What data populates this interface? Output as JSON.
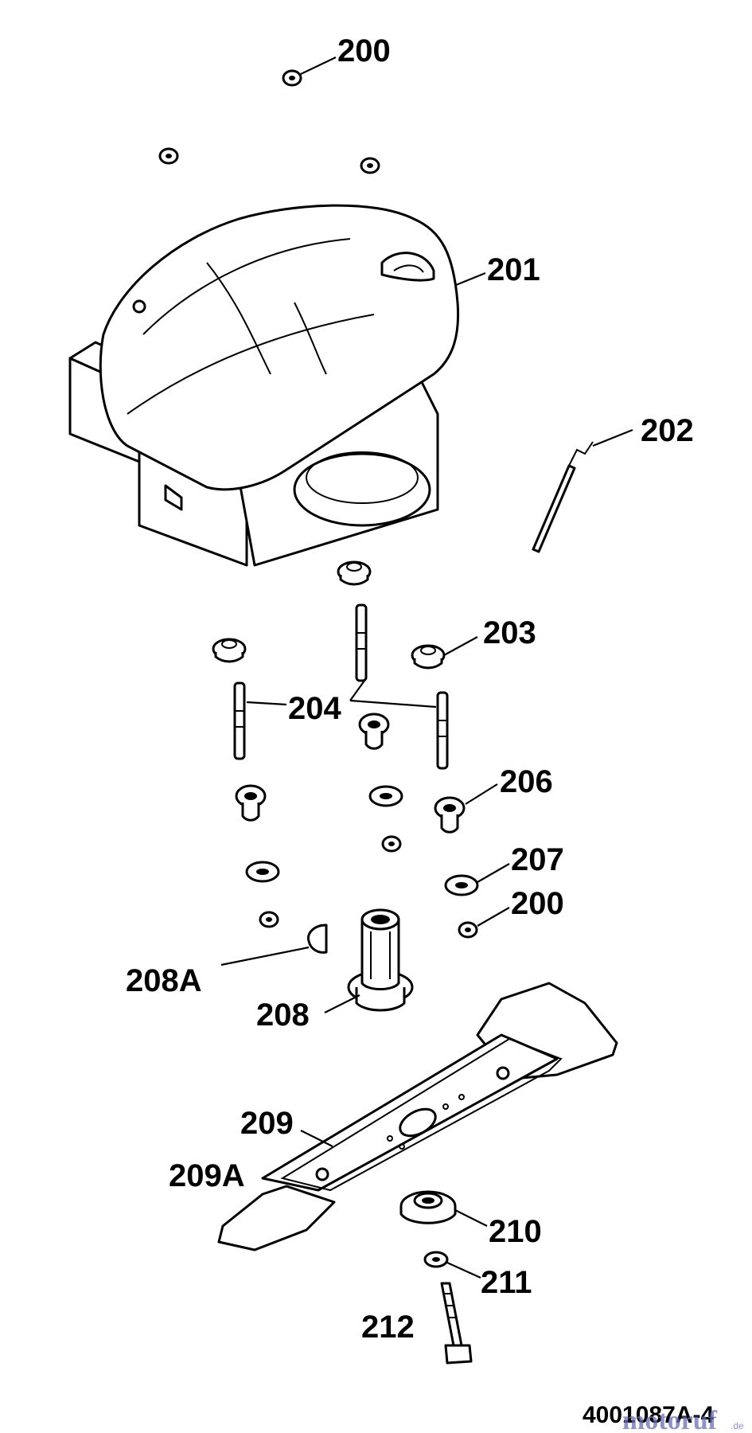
{
  "diagram": {
    "drawing_number": "4001087A-4",
    "watermark": {
      "brand": "motoruf",
      "suffix": ".de"
    },
    "labels": {
      "nut_top": "200",
      "engine": "201",
      "wire": "202",
      "bushing": "203",
      "stud": "204",
      "sleeve": "206",
      "washer": "207",
      "nut_mid": "200",
      "adapter": "208",
      "key": "208A",
      "blade": "209",
      "blade_alt": "209A",
      "hub": "210",
      "washer_small": "211",
      "bolt": "212"
    }
  }
}
